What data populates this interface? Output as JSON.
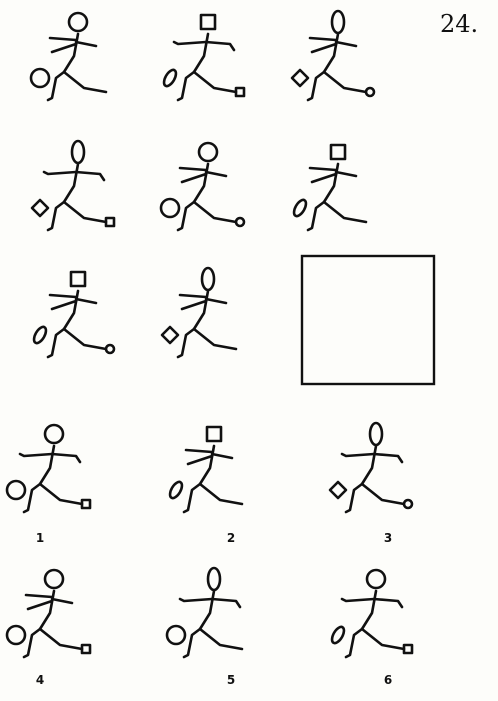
{
  "question": {
    "number": "24."
  },
  "matrix": {
    "cells": [
      {
        "head": "circle",
        "ball": "circle",
        "foot": "none",
        "arms": "back"
      },
      {
        "head": "square",
        "ball": "oval",
        "foot": "square",
        "arms": "out"
      },
      {
        "head": "oval",
        "ball": "diamond",
        "foot": "circle",
        "arms": "back"
      },
      {
        "head": "oval",
        "ball": "diamond",
        "foot": "square",
        "arms": "out"
      },
      {
        "head": "circle",
        "ball": "circle",
        "foot": "circle",
        "arms": "back"
      },
      {
        "head": "square",
        "ball": "oval",
        "foot": "none",
        "arms": "back"
      },
      {
        "head": "square",
        "ball": "oval",
        "foot": "circle",
        "arms": "back"
      },
      {
        "head": "oval",
        "ball": "diamond",
        "foot": "none",
        "arms": "back"
      },
      {
        "empty": true
      }
    ]
  },
  "options": [
    {
      "label": "1",
      "head": "circle",
      "ball": "circle",
      "foot": "square",
      "arms": "out"
    },
    {
      "label": "2",
      "head": "square",
      "ball": "oval",
      "foot": "none",
      "arms": "back"
    },
    {
      "label": "3",
      "head": "oval",
      "ball": "diamond",
      "foot": "circle",
      "arms": "out"
    },
    {
      "label": "4",
      "head": "circle",
      "ball": "circle",
      "foot": "square",
      "arms": "back"
    },
    {
      "label": "5",
      "head": "oval",
      "ball": "circle",
      "foot": "none",
      "arms": "out"
    },
    {
      "label": "6",
      "head": "circle",
      "ball": "oval",
      "foot": "square",
      "arms": "out"
    }
  ]
}
